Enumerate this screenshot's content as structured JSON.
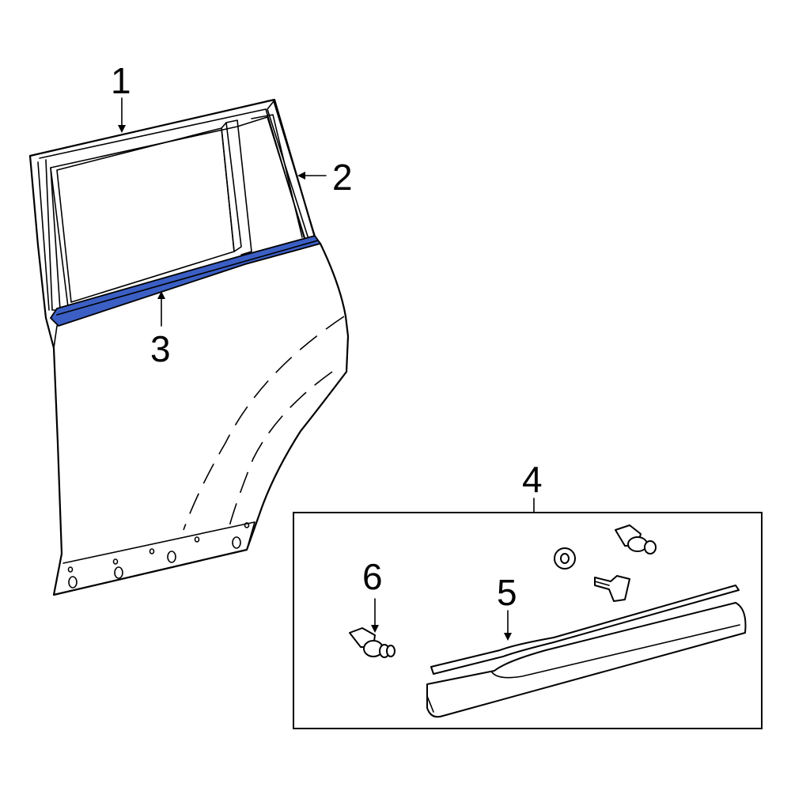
{
  "diagram": {
    "callouts": {
      "c1": "1",
      "c2": "2",
      "c3": "3",
      "c4": "4",
      "c5": "5",
      "c6": "6"
    },
    "highlight_color": "#3b5fc4",
    "line_color": "#000000",
    "background": "#ffffff"
  }
}
